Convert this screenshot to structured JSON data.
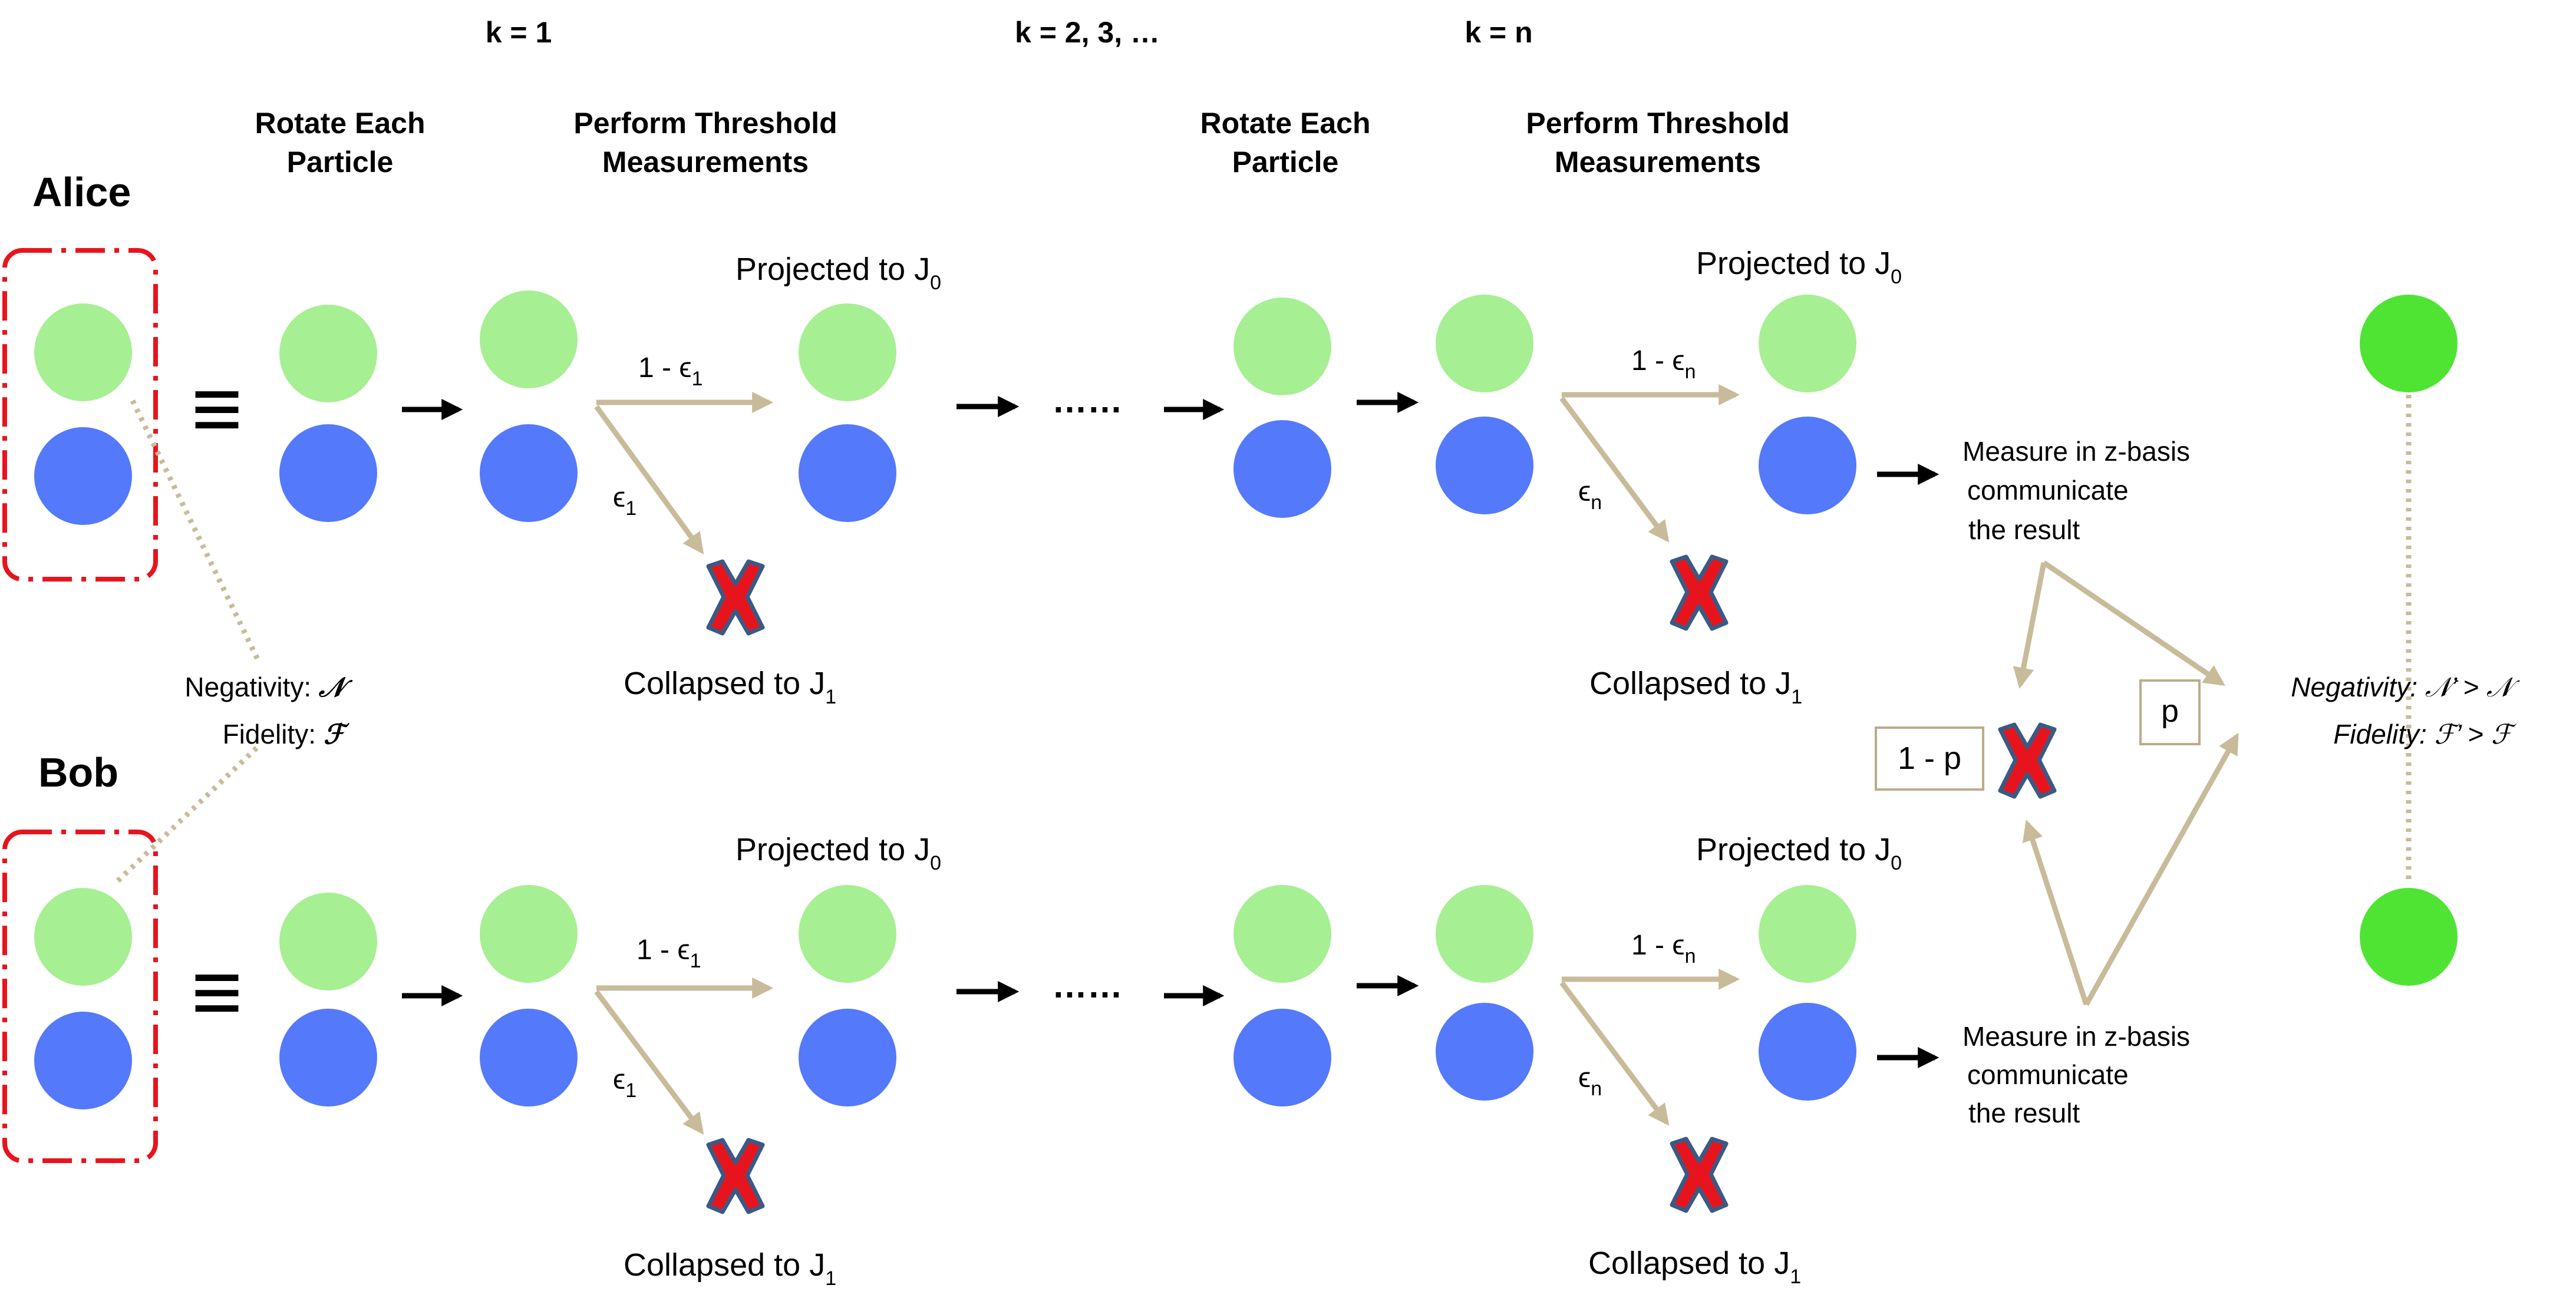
{
  "headers": {
    "k1": "k = 1",
    "k2": "k = 2, 3, …",
    "kn": "k = n",
    "rotate_line1": "Rotate Each",
    "rotate_line2": "Particle",
    "threshold_line1": "Perform Threshold",
    "threshold_line2": "Measurements"
  },
  "parties": {
    "alice": "Alice",
    "bob": "Bob"
  },
  "initial_state": {
    "negativity_label": "Negativity: ",
    "negativity_symbol": "𝒩",
    "fidelity_label": "Fidelity: ",
    "fidelity_symbol": "ℱ"
  },
  "equiv_symbol": "≡",
  "ellipsis": "……",
  "projected": {
    "text": "Projected to J",
    "sub": "0"
  },
  "collapsed": {
    "text": "Collapsed to J",
    "sub": "1"
  },
  "branches": {
    "step1_success": {
      "text": "1 - ϵ",
      "sub": "1"
    },
    "step1_fail": {
      "text": "ϵ",
      "sub": "1"
    },
    "stepn_success": {
      "text": "1 - ϵ",
      "sub": "n"
    },
    "stepn_fail": {
      "text": "ϵ",
      "sub": "n"
    }
  },
  "measure": {
    "line1": "Measure in z-basis",
    "line2": "communicate",
    "line3": "the result"
  },
  "outcomes": {
    "fail_prob": "1 - p",
    "success_prob": "p"
  },
  "final_state": {
    "negativity": "Negativity: 𝒩’ > 𝒩",
    "fidelity": "Fidelity: ℱ’ > ℱ"
  },
  "colors": {
    "light_green": "#a6ef92",
    "blue": "#5479fb",
    "bright_green": "#4fe434",
    "arrow_tan": "#c8bb9a",
    "dashed_red": "#e8141d",
    "cross_red": "#e8141d",
    "cross_outline": "#3a5a85"
  }
}
